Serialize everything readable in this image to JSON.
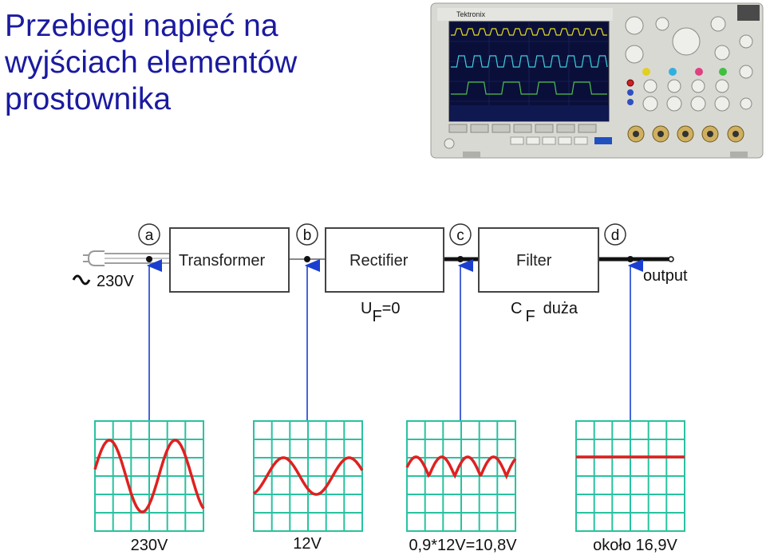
{
  "title": {
    "line1": "Przebiegi napięć na",
    "line2": "wyjściach elementów",
    "line3": "prostownika"
  },
  "oscilloscope": {
    "brand": "Tektronix",
    "colors": {
      "body": "#d9d9d4",
      "screen": "#0a0f3a",
      "trace1": "#e8e020",
      "trace2": "#40d0e0",
      "trace3": "#50c050"
    }
  },
  "nodes": [
    "a",
    "b",
    "c",
    "d"
  ],
  "blocks": {
    "transformer": "Transformer",
    "rectifier": "Rectifier",
    "filter": "Filter"
  },
  "input_label": "230V",
  "output_label": "output",
  "rectifier_note": {
    "main": "U",
    "sub": "F",
    "rest": "=0"
  },
  "filter_note": {
    "main": "C",
    "sub": "F",
    "rest": "duża"
  },
  "waveform_captions": [
    "230V",
    "12V",
    "0,9*12V=10,8V",
    "około 16,9V"
  ],
  "colors": {
    "title": "#1a1aa0",
    "arrow": "#1a3fd0",
    "grid_fill": "#ffffff",
    "grid_line": "#29c2a0",
    "waveform": "#e02020",
    "block_border": "#444444"
  }
}
